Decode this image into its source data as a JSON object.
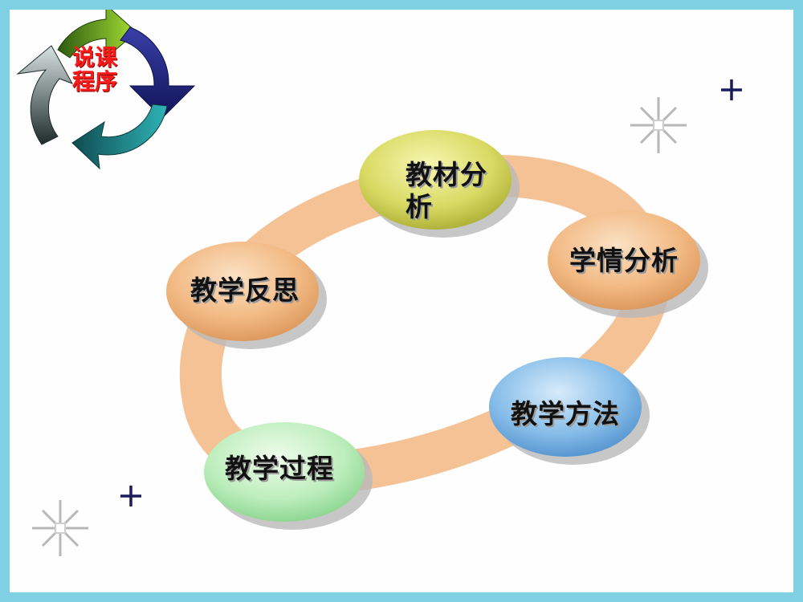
{
  "logo": {
    "label": "说课程序"
  },
  "diagram": {
    "nodes": [
      {
        "id": "textbook-analysis",
        "label": "教材分析",
        "color": "#d6d860"
      },
      {
        "id": "student-analysis",
        "label": "学情分析",
        "color": "#f0b984"
      },
      {
        "id": "teaching-methods",
        "label": "教学方法",
        "color": "#7eb8e8"
      },
      {
        "id": "teaching-process",
        "label": "教学过程",
        "color": "#b7ecb7"
      },
      {
        "id": "teaching-reflection",
        "label": "教学反思",
        "color": "#f0b984"
      }
    ],
    "ring_color": "#f4c294"
  }
}
